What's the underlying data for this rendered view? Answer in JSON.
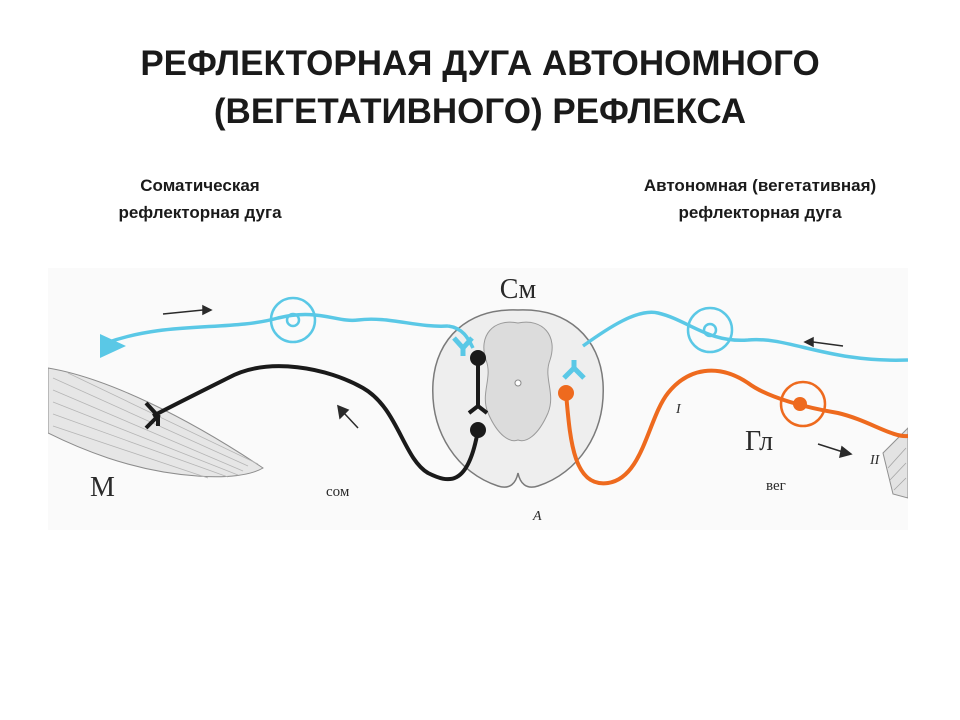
{
  "slide": {
    "title_line1": "РЕФЛЕКТОРНАЯ ДУГА АВТОНОМНОГО",
    "title_line2": "(ВЕГЕТАТИВНОГО) РЕФЛЕКСА"
  },
  "captions": {
    "somatic_line1": "Соматическая",
    "somatic_line2": "рефлекторная дуга",
    "autonomic_line1": "Автономная (вегетативная)",
    "autonomic_line2": "рефлекторная дуга"
  },
  "figure_labels": {
    "spinal_cord": "См",
    "muscle": "М",
    "somatic": "сом",
    "ganglion": "Гл",
    "vegetative": "вег",
    "section": "А",
    "neuron_1": "I",
    "neuron_2": "II"
  },
  "colors": {
    "sensory": "#5ac8e6",
    "somatic_efferent": "#1a1a1a",
    "autonomic_efferent": "#ee6a1e",
    "cord": "#d9d9d9"
  }
}
